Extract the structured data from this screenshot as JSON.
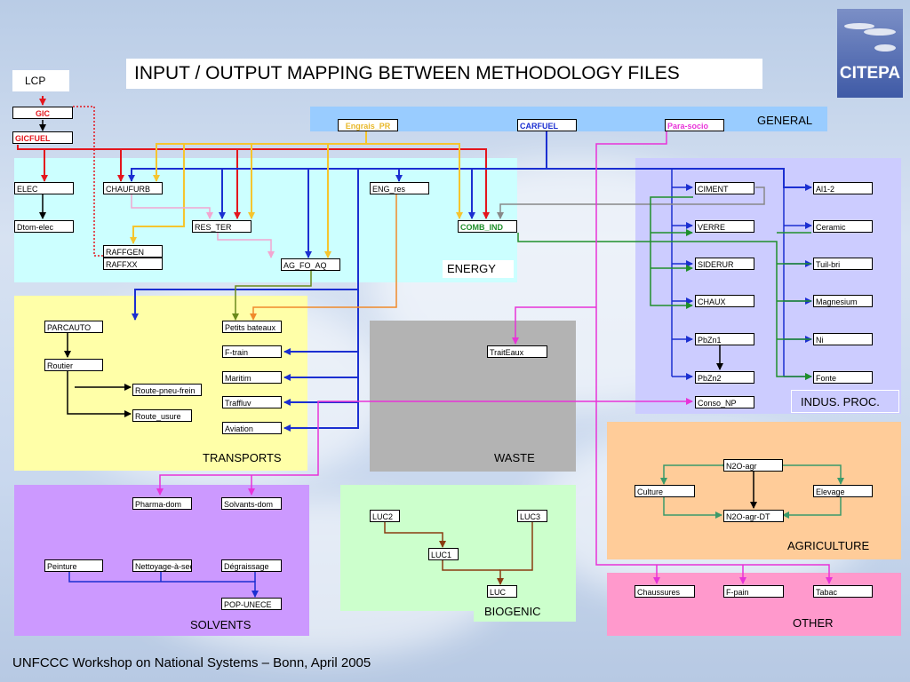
{
  "title": "INPUT / OUTPUT MAPPING BETWEEN METHODOLOGY FILES",
  "lcp_label": "LCP",
  "logo_text": "CITEPA",
  "footer": "UNFCCC Workshop on National Systems – Bonn, April 2005",
  "regions": {
    "general": "GENERAL",
    "energy": "ENERGY",
    "transports": "TRANSPORTS",
    "waste": "WASTE",
    "indus": "INDUS. PROC.",
    "agriculture": "AGRICULTURE",
    "solvents": "SOLVENTS",
    "biogenic": "BIOGENIC",
    "other": "OTHER"
  },
  "nodes": {
    "gic": "GIC",
    "gicfuel": "GICFUEL",
    "engrais_pr": "Engrais_PR",
    "carfuel": "CARFUEL",
    "para_socio": "Para-socio",
    "elec": "ELEC",
    "dtom_elec": "Dtom-elec",
    "chaufurb": "CHAUFURB",
    "res_ter": "RES_TER",
    "raffgen": "RAFFGEN",
    "raffxx": "RAFFXX",
    "ag_fo_aq": "AG_FO_AQ",
    "eng_res": "ENG_res",
    "comb_ind": "COMB_IND",
    "ciment": "CIMENT",
    "verre": "VERRE",
    "siderur": "SIDERUR",
    "chaux": "CHAUX",
    "pbzn1": "PbZn1",
    "pbzn2": "PbZn2",
    "conso_np": "Conso_NP",
    "al1_2": "Al1-2",
    "ceramic": "Ceramic",
    "tuil_bri": "Tuil-bri",
    "magnesium": "Magnesium",
    "ni": "Ni",
    "fonte": "Fonte",
    "parcauto": "PARCAUTO",
    "routier": "Routier",
    "route_pneu_frein": "Route-pneu-frein",
    "route_usure": "Route_usure",
    "petits_bateaux": "Petits bateaux",
    "f_train": "F-train",
    "maritim": "Maritim",
    "traffluv": "Traffluv",
    "aviation": "Aviation",
    "traiteaux": "TraitEaux",
    "n2o_agr": "N2O-agr",
    "culture": "Culture",
    "elevage": "Elevage",
    "n2o_agr_dt": "N2O-agr-DT",
    "pharma_dom": "Pharma-dom",
    "solvants_dom": "Solvants-dom",
    "peinture": "Peinture",
    "nettoyage": "Nettoyage-à-sec",
    "degraissage": "Dégraissage",
    "pop_unece": "POP-UNECE",
    "luc2": "LUC2",
    "luc3": "LUC3",
    "luc1": "LUC1",
    "luc": "LUC",
    "chaussures": "Chaussures",
    "f_pain": "F-pain",
    "tabac": "Tabac"
  },
  "colors": {
    "lcp_link": "#e3161d",
    "carfuel_link": "#1b2fd1",
    "engrais_link": "#f5c52e",
    "para_socio_link": "#e833d8",
    "indus_link": "#1f8f2b",
    "agri_link": "#3a9a6a",
    "biogenic_link": "#8a3b10",
    "res_ter_link": "#f2a6d0",
    "energy_bg": "#ccffff",
    "transports_bg": "#ffffa8",
    "waste_bg": "#b3b3b3",
    "indus_bg": "#ccccff",
    "agriculture_bg": "#ffcc99",
    "solvents_bg": "#cc99ff",
    "biogenic_bg": "#ccffcc",
    "other_bg": "#ff99cc",
    "general_bg": "#99ccff"
  }
}
